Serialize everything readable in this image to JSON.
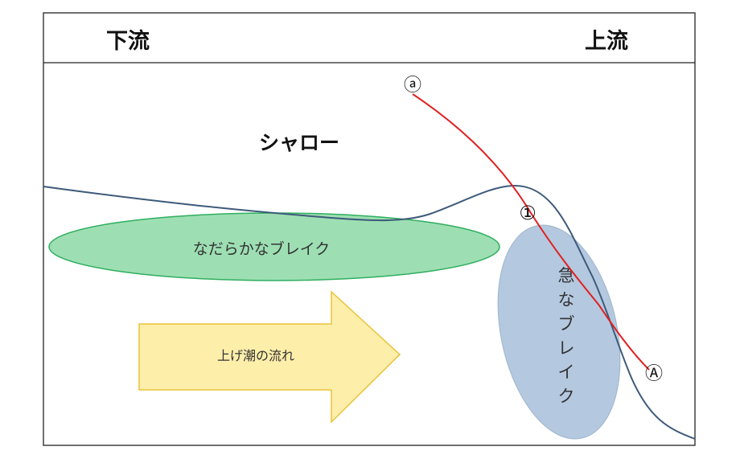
{
  "header": {
    "left_label": "下流",
    "right_label": "上流"
  },
  "labels": {
    "shallow": "シャロー",
    "gentle_break": "なだらかなブレイク",
    "steep_break": "急なブレイク",
    "rising_tide_flow": "上げ潮の流れ"
  },
  "markers": {
    "start": "ⓐ",
    "point_1": "①",
    "end": "Ⓐ"
  },
  "colors": {
    "bottom_line": "#3e5a7a",
    "cast_line": "#e02020",
    "gentle_break_fill": "#9ddfb3",
    "gentle_break_stroke": "#2fae5f",
    "steep_break_fill": "#b4c9e0",
    "steep_break_stroke": "#a4b9d0",
    "arrow_fill": "#fdeeaa",
    "arrow_stroke": "#e9c43a"
  }
}
